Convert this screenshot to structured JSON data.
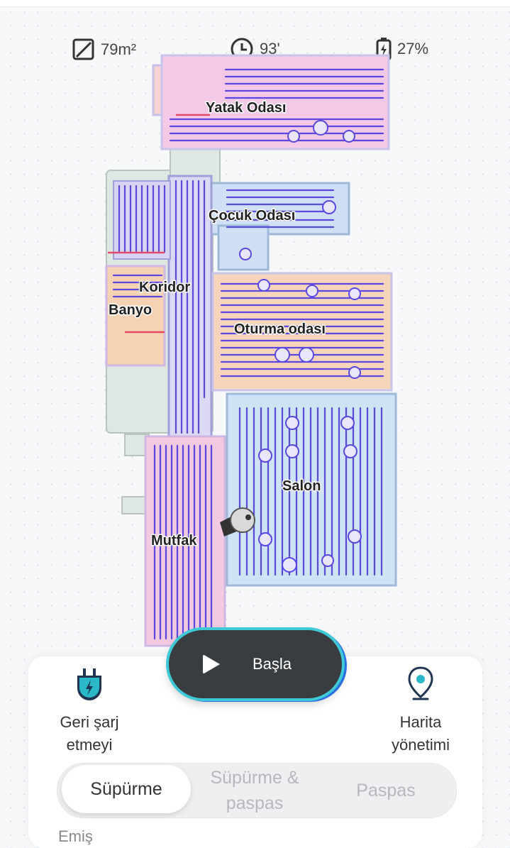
{
  "stats": {
    "area": "79m²",
    "time": "93'",
    "battery": "27%"
  },
  "rooms": {
    "yatak": "Yatak Odası",
    "cocuk": "Çocuk Odası",
    "koridor": "Koridor",
    "banyo": "Banyo",
    "oturma": "Oturma odası",
    "salon": "Salon",
    "mutfak": "Mutfak"
  },
  "actions": {
    "start": "Başla",
    "recharge": "Geri şarj etmeyi",
    "map_mgmt": "Harita yönetimi"
  },
  "modes": {
    "sweep": "Süpürme",
    "sweep_mop": "Süpürme & paspas",
    "mop": "Paspas",
    "active": "Süpürme"
  },
  "colors": {
    "accent": "#2bb9c9",
    "button_dark": "#3a3d40",
    "path": "#5a48e0"
  },
  "truncated_label": "Emiş"
}
